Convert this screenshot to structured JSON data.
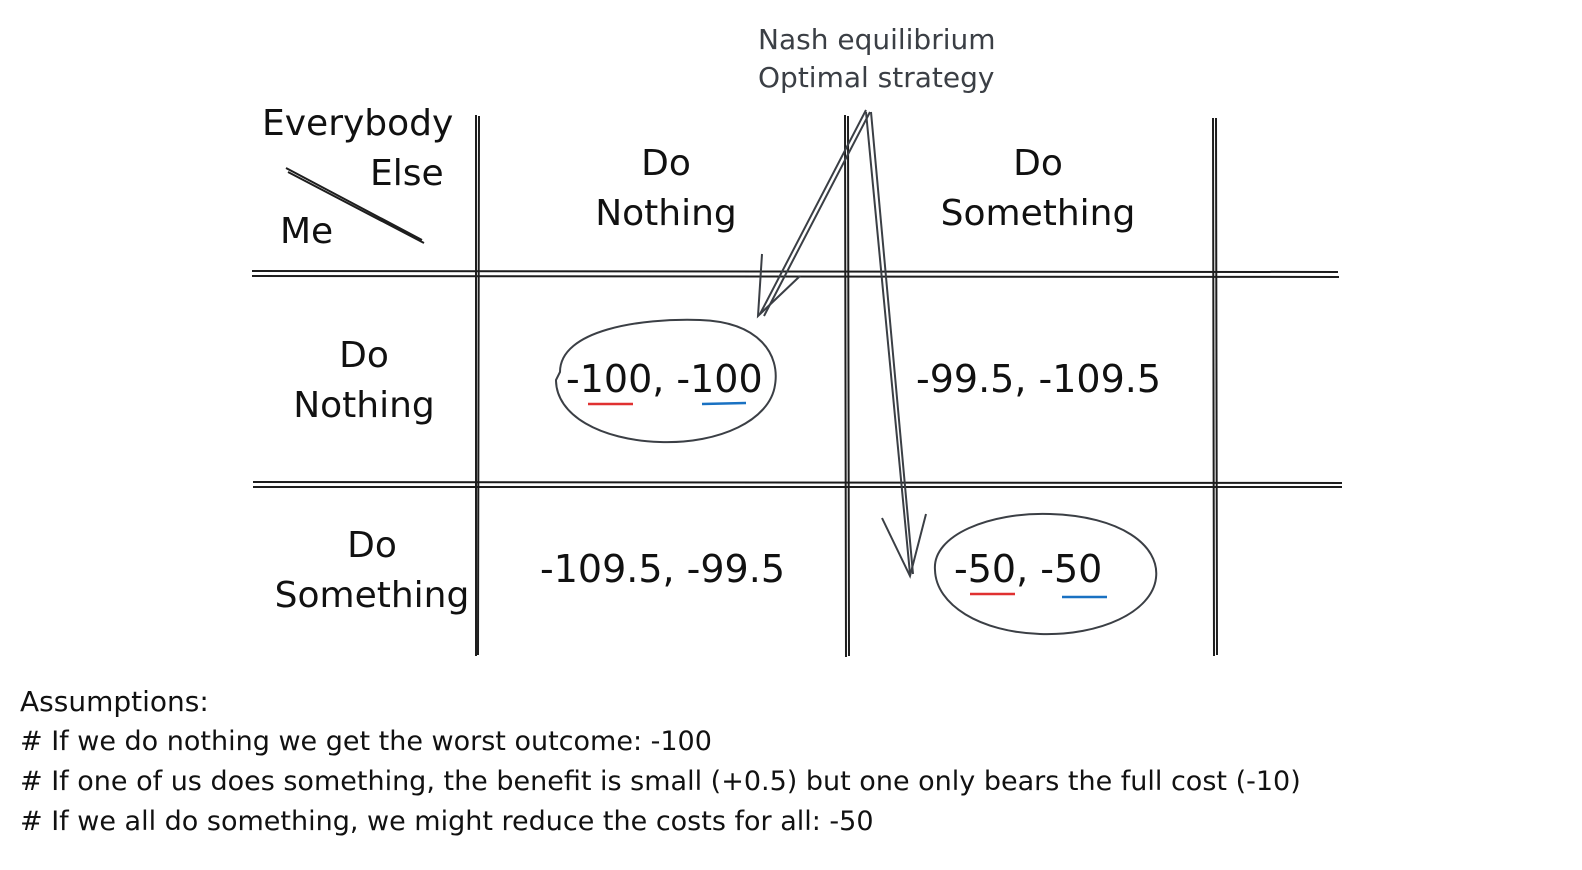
{
  "annotation": {
    "line1": "Nash equilibrium",
    "line2": "Optimal strategy",
    "color": "#3b3f45"
  },
  "corner": {
    "top_line1": "Everybody",
    "top_line2": "Else",
    "bottom": "Me"
  },
  "columns": [
    {
      "line1": "Do",
      "line2": "Nothing"
    },
    {
      "line1": "Do",
      "line2": "Something"
    }
  ],
  "rows": [
    {
      "line1": "Do",
      "line2": "Nothing",
      "cells": [
        {
          "a": "-100",
          "sep": ", ",
          "b": "-100",
          "circled": true,
          "underlined": true
        },
        {
          "a": "-99.5",
          "sep": ", ",
          "b": "-109.5",
          "circled": false,
          "underlined": false
        }
      ]
    },
    {
      "line1": "Do",
      "line2": "Something",
      "cells": [
        {
          "a": "-109.5",
          "sep": ", ",
          "b": "-99.5",
          "circled": false,
          "underlined": false
        },
        {
          "a": "-50",
          "sep": ", ",
          "b": "-50",
          "circled": true,
          "underlined": true
        }
      ]
    }
  ],
  "underline_colors": {
    "me": "#e03131",
    "others": "#1971c2"
  },
  "assumptions": {
    "title": "Assumptions:",
    "items": [
      "# If we do nothing we get the worst outcome: -100",
      "# If one of us does something, the benefit is small (+0.5) but one only bears the full cost (-10)",
      "# If we all do something, we might reduce the costs for all: -50"
    ]
  }
}
